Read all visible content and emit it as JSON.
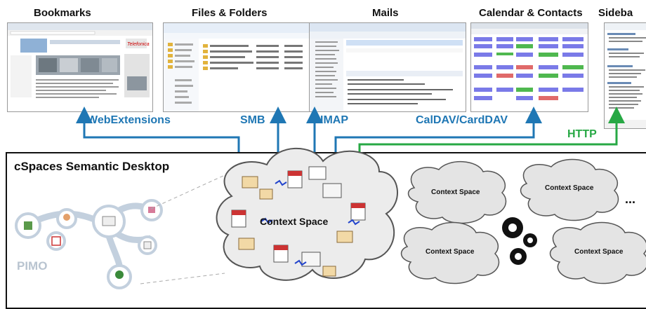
{
  "titles": {
    "bookmarks": "Bookmarks",
    "files": "Files & Folders",
    "mails": "Mails",
    "calendar": "Calendar & Contacts",
    "sidebar": "Sideba"
  },
  "protocols": {
    "webext": "WebExtensions",
    "smb": "SMB",
    "imap": "IMAP",
    "caldav": "CalDAV/CardDAV",
    "http": "HTTP"
  },
  "desktop": {
    "title": "cSpaces Semantic Desktop",
    "pimo": "PIMO",
    "context_space": "Context Space",
    "small_context_space": "Context Space",
    "ellipsis": "..."
  },
  "colors": {
    "protocol_blue": "#1f77b4",
    "http_green": "#27a844"
  }
}
